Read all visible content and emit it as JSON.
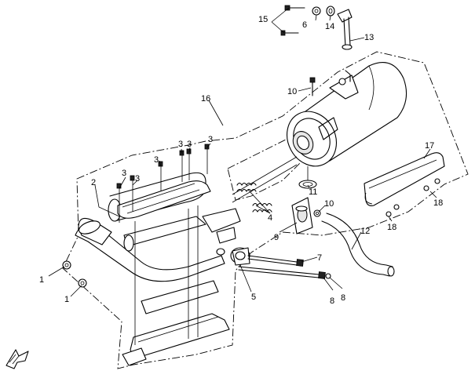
{
  "callouts": [
    {
      "id": "c1a",
      "text": "1"
    },
    {
      "id": "c1b",
      "text": "1"
    },
    {
      "id": "c2",
      "text": "2"
    },
    {
      "id": "c3a",
      "text": "3"
    },
    {
      "id": "c3b",
      "text": "3"
    },
    {
      "id": "c3c",
      "text": "3"
    },
    {
      "id": "c3d",
      "text": "3"
    },
    {
      "id": "c3e",
      "text": "3"
    },
    {
      "id": "c3f",
      "text": "3"
    },
    {
      "id": "c4",
      "text": "4"
    },
    {
      "id": "c5",
      "text": "5"
    },
    {
      "id": "c6",
      "text": "6"
    },
    {
      "id": "c7",
      "text": "7"
    },
    {
      "id": "c8a",
      "text": "8"
    },
    {
      "id": "c8b",
      "text": "8"
    },
    {
      "id": "c9",
      "text": "9"
    },
    {
      "id": "c10a",
      "text": "10"
    },
    {
      "id": "c10b",
      "text": "10"
    },
    {
      "id": "c11",
      "text": "11"
    },
    {
      "id": "c12",
      "text": "12"
    },
    {
      "id": "c13",
      "text": "13"
    },
    {
      "id": "c14",
      "text": "14"
    },
    {
      "id": "c15",
      "text": "15"
    },
    {
      "id": "c16",
      "text": "16"
    },
    {
      "id": "c17",
      "text": "17"
    },
    {
      "id": "c18a",
      "text": "18"
    },
    {
      "id": "c18b",
      "text": "18"
    }
  ]
}
